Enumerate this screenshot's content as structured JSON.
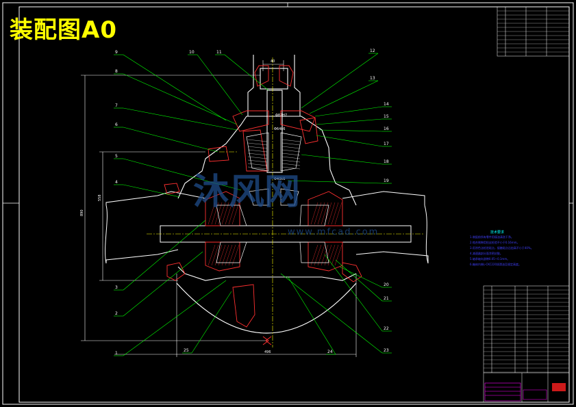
{
  "title": "装配图A0",
  "watermark": {
    "main": "沐风网",
    "url": "www.mfcad.com"
  },
  "part_labels": {
    "top": [
      "9",
      "10",
      "11",
      "12",
      "13"
    ],
    "left": [
      "8",
      "7",
      "6",
      "5",
      "4",
      "3",
      "2",
      "1"
    ],
    "right": [
      "14",
      "15",
      "16",
      "17",
      "18",
      "19",
      "20",
      "21",
      "22",
      "23"
    ],
    "bottom": [
      "25",
      "24"
    ]
  },
  "dimensions": {
    "top_width": "40",
    "bore_fit": "Φ82H7",
    "shaft_fit": "Φ64k6",
    "lower_fit": "Φ40k6",
    "bottom_width": "496",
    "height_outer": "890",
    "height_inner": "558"
  },
  "tech_requirements": {
    "heading": "技术要求",
    "lines": [
      "1.装配前所有零件用煤油清洗干净。",
      "2.啮合侧隙用铅丝检验不小于0.16mm。",
      "3.用涂色法检验斑点，接触斑点沿齿高不小于40%。",
      "4.减速器剖分面涂密封胶。",
      "5.轴承轴向游隙0.05~0.1mm。",
      "6.箱体内装L-CKC220润滑油至规定高度。"
    ]
  },
  "colors": {
    "outline": "#ffffff",
    "section": "#ff3030",
    "leader": "#00ff00",
    "center": "#ffff00",
    "watermark": "#1f4c8a",
    "title_block": "#ff00ff"
  }
}
